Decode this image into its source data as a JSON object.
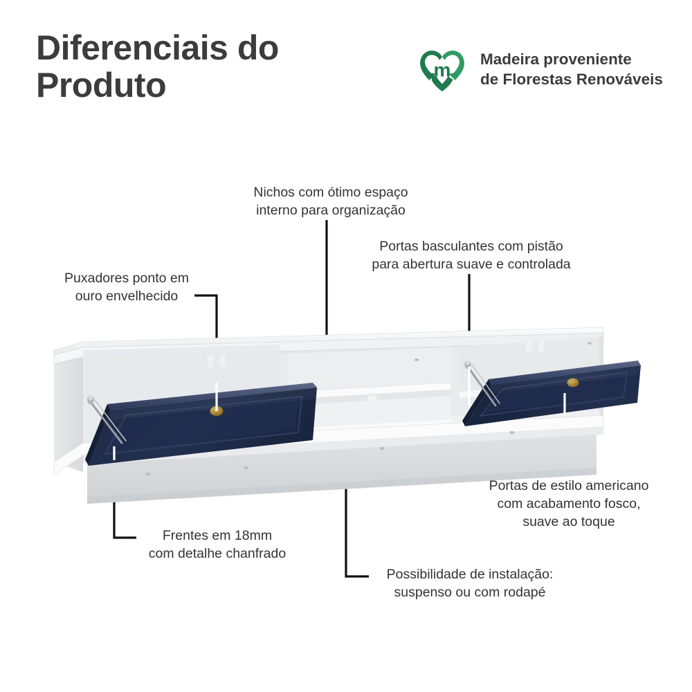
{
  "header": {
    "title": "Diferenciais do\nProduto",
    "certification": {
      "icon": "recycling-heart-icon",
      "line1": "Madeira proveniente",
      "line2": "de Florestas Renováveis",
      "logo_letter": "m",
      "color_dark": "#1f7a4d",
      "color_light": "#2e9b63"
    }
  },
  "callouts": [
    {
      "id": "nichos",
      "text": "Nichos com ótimo espaço\ninterno para organização"
    },
    {
      "id": "pistao",
      "text": "Portas basculantes com pistão\npara abertura suave e controlada"
    },
    {
      "id": "puxadores",
      "text": "Puxadores ponto em\nouro envelhecido"
    },
    {
      "id": "americano",
      "text": "Portas de estilo americano\ncom acabamento fosco,\nsuave ao toque"
    },
    {
      "id": "frentes",
      "text": "Frentes em 18mm\ncom detalhe chanfrado"
    },
    {
      "id": "instalacao",
      "text": "Possibilidade de instalação:\nsuspenso ou com rodapé"
    }
  ],
  "product": {
    "name": "rack-tv-basculante",
    "body_color": "#f2f3f4",
    "body_shadow": "#d9dbdd",
    "door_color": "#1e2b4a",
    "door_color_light": "#28365a",
    "knob_color": "#a98534",
    "piston_color": "#9a9ea3",
    "parts": [
      {
        "name": "left-door-panel",
        "finish": "fosco"
      },
      {
        "name": "right-door-panel",
        "finish": "fosco"
      },
      {
        "name": "center-niche"
      },
      {
        "name": "center-shelf"
      },
      {
        "name": "plinth-base"
      },
      {
        "name": "left-piston"
      },
      {
        "name": "right-piston"
      },
      {
        "name": "left-knob"
      },
      {
        "name": "right-knob"
      }
    ]
  },
  "colors": {
    "text": "#333333",
    "title": "#3c3c3c",
    "leader_dark": "#111111",
    "leader_light": "#ffffff",
    "background": "#ffffff"
  }
}
